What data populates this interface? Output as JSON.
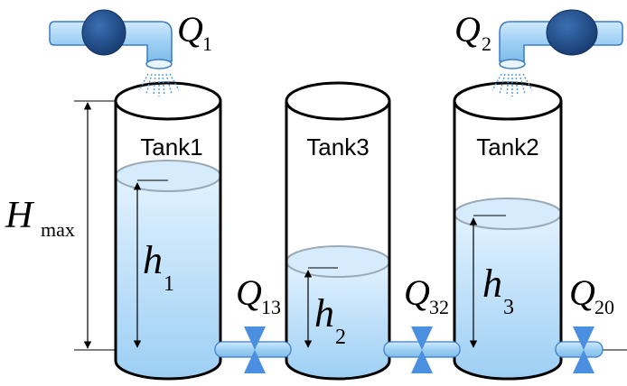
{
  "tanks": [
    {
      "name": "Tank1"
    },
    {
      "name": "Tank3"
    },
    {
      "name": "Tank2"
    }
  ],
  "inflows": [
    {
      "var": "Q",
      "sub": "1"
    },
    {
      "var": "Q",
      "sub": "2"
    }
  ],
  "levels": [
    {
      "var": "h",
      "sub": "1"
    },
    {
      "var": "h",
      "sub": "2"
    },
    {
      "var": "h",
      "sub": "3"
    }
  ],
  "valves": [
    {
      "var": "Q",
      "sub": "13"
    },
    {
      "var": "Q",
      "sub": "32"
    },
    {
      "var": "Q",
      "sub": "20"
    }
  ],
  "hmax": {
    "var": "H",
    "sub": "max"
  },
  "colors": {
    "water_top": "#dcefff",
    "water_bottom": "#9fd0f5",
    "pipe": "#a8d6f7",
    "pump_body": "#1f4d8c",
    "valve": "#4a8fe0",
    "outline": "#000000"
  }
}
